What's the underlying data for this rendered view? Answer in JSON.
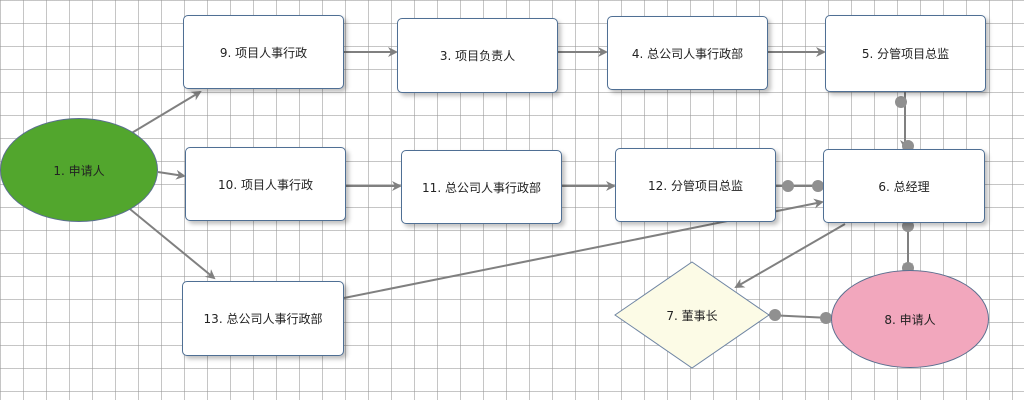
{
  "colors": {
    "start_fill": "#52a62d",
    "end_fill": "#f2a7bd",
    "diamond_fill": "#fcfbe6",
    "arrow": "#808080"
  },
  "nodes": {
    "n1": "1. 申请人",
    "n9": "9. 项目人事行政",
    "n3": "3. 项目负责人",
    "n4": "4. 总公司人事行政部",
    "n5": "5. 分管项目总监",
    "n10": "10. 项目人事行政",
    "n11": "11. 总公司人事行政部",
    "n12": "12. 分管项目总监",
    "n6": "6. 总经理",
    "n13": "13. 总公司人事行政部",
    "n7": "7. 董事长",
    "n8": "8. 申请人"
  }
}
